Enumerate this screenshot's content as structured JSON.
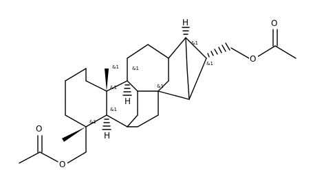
{
  "atoms": {
    "H": "H",
    "O": "O"
  },
  "stereo_label": "&1"
}
